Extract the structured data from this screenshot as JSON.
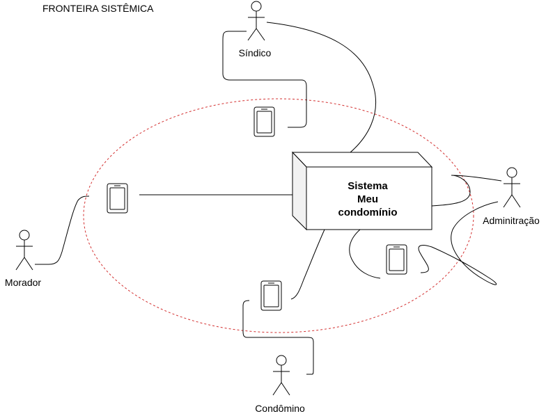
{
  "diagram": {
    "boundary_title": "FRONTEIRA SISTÊMICA",
    "system": {
      "name_lines": [
        "Sistema",
        "Meu",
        "condomínio"
      ],
      "face_color": "#ffffff",
      "side_color": "#f2f2f2"
    },
    "actors": {
      "sindico": "Síndico",
      "morador": "Morador",
      "administracao": "Adminitração",
      "condomino": "Condômino"
    },
    "boundary_color": "#d32f2f"
  }
}
